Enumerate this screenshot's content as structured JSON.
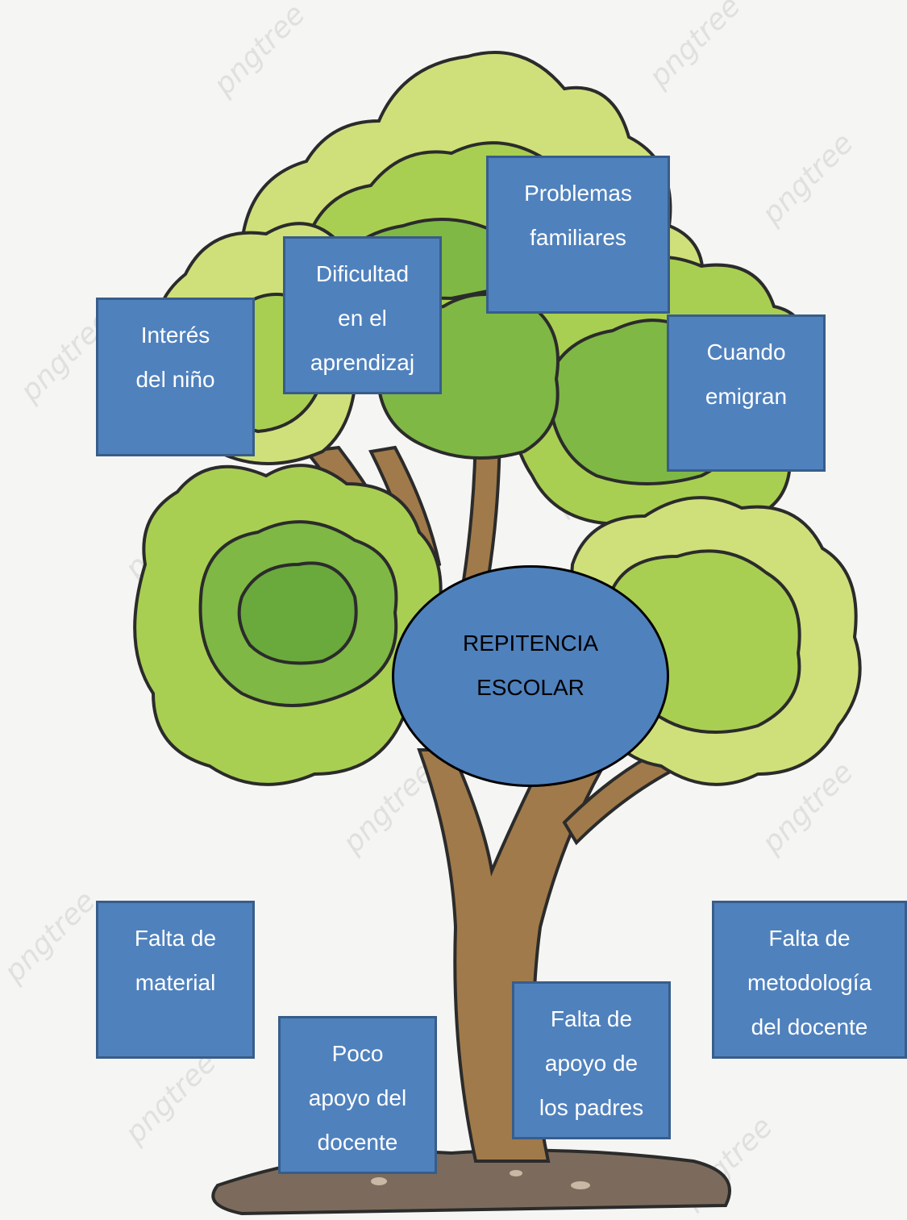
{
  "diagram": {
    "center": {
      "text": "REPITENCIA\nESCOLAR"
    },
    "causes_top": [
      {
        "id": "interes",
        "text": "Interés\ndel niño"
      },
      {
        "id": "dificultad",
        "text": "Dificultad\nen el\naprendizaj"
      },
      {
        "id": "problemas",
        "text": "Problemas\nfamiliares"
      },
      {
        "id": "emigran",
        "text": "Cuando\nemigran"
      }
    ],
    "causes_bottom": [
      {
        "id": "material",
        "text": "Falta de\nmaterial"
      },
      {
        "id": "poco_apoyo",
        "text": "Poco\napoyo del\ndocente"
      },
      {
        "id": "apoyo_padres",
        "text": "Falta de\napoyo de\nlos padres"
      },
      {
        "id": "metodologia",
        "text": "Falta  de\nmetodología\ndel docente"
      }
    ]
  },
  "watermark": {
    "text": "pngtree"
  },
  "colors": {
    "box_fill": "#4f81bd",
    "box_border": "#385d8a",
    "foliage_light": "#cfe07a",
    "foliage_mid": "#a9cf52",
    "foliage_dark": "#7fb845",
    "trunk": "#a07a4a",
    "ground": "#7c6b5c"
  }
}
